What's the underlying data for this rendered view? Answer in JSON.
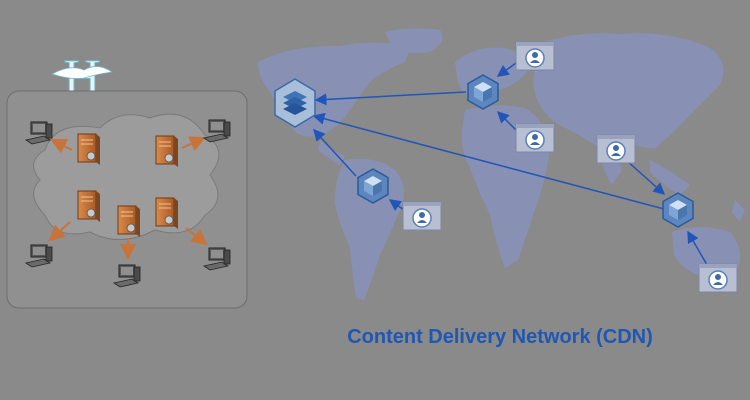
{
  "caption": "Content Delivery Network (CDN)",
  "logo": {
    "letter": "H",
    "kind": "logo-h-mark"
  },
  "colors": {
    "background": "#8a8a8a",
    "continents": "#8891b4",
    "arrow": "#2156b8",
    "server_orange": "#c8733a",
    "cloud": "#9c9c9c",
    "panel": "#909090"
  },
  "icons": {
    "origin": "origin-server-icon",
    "edge": "edge-server-icon",
    "user": "user-icon",
    "computer": "computer-icon",
    "server": "server-tower-icon"
  }
}
